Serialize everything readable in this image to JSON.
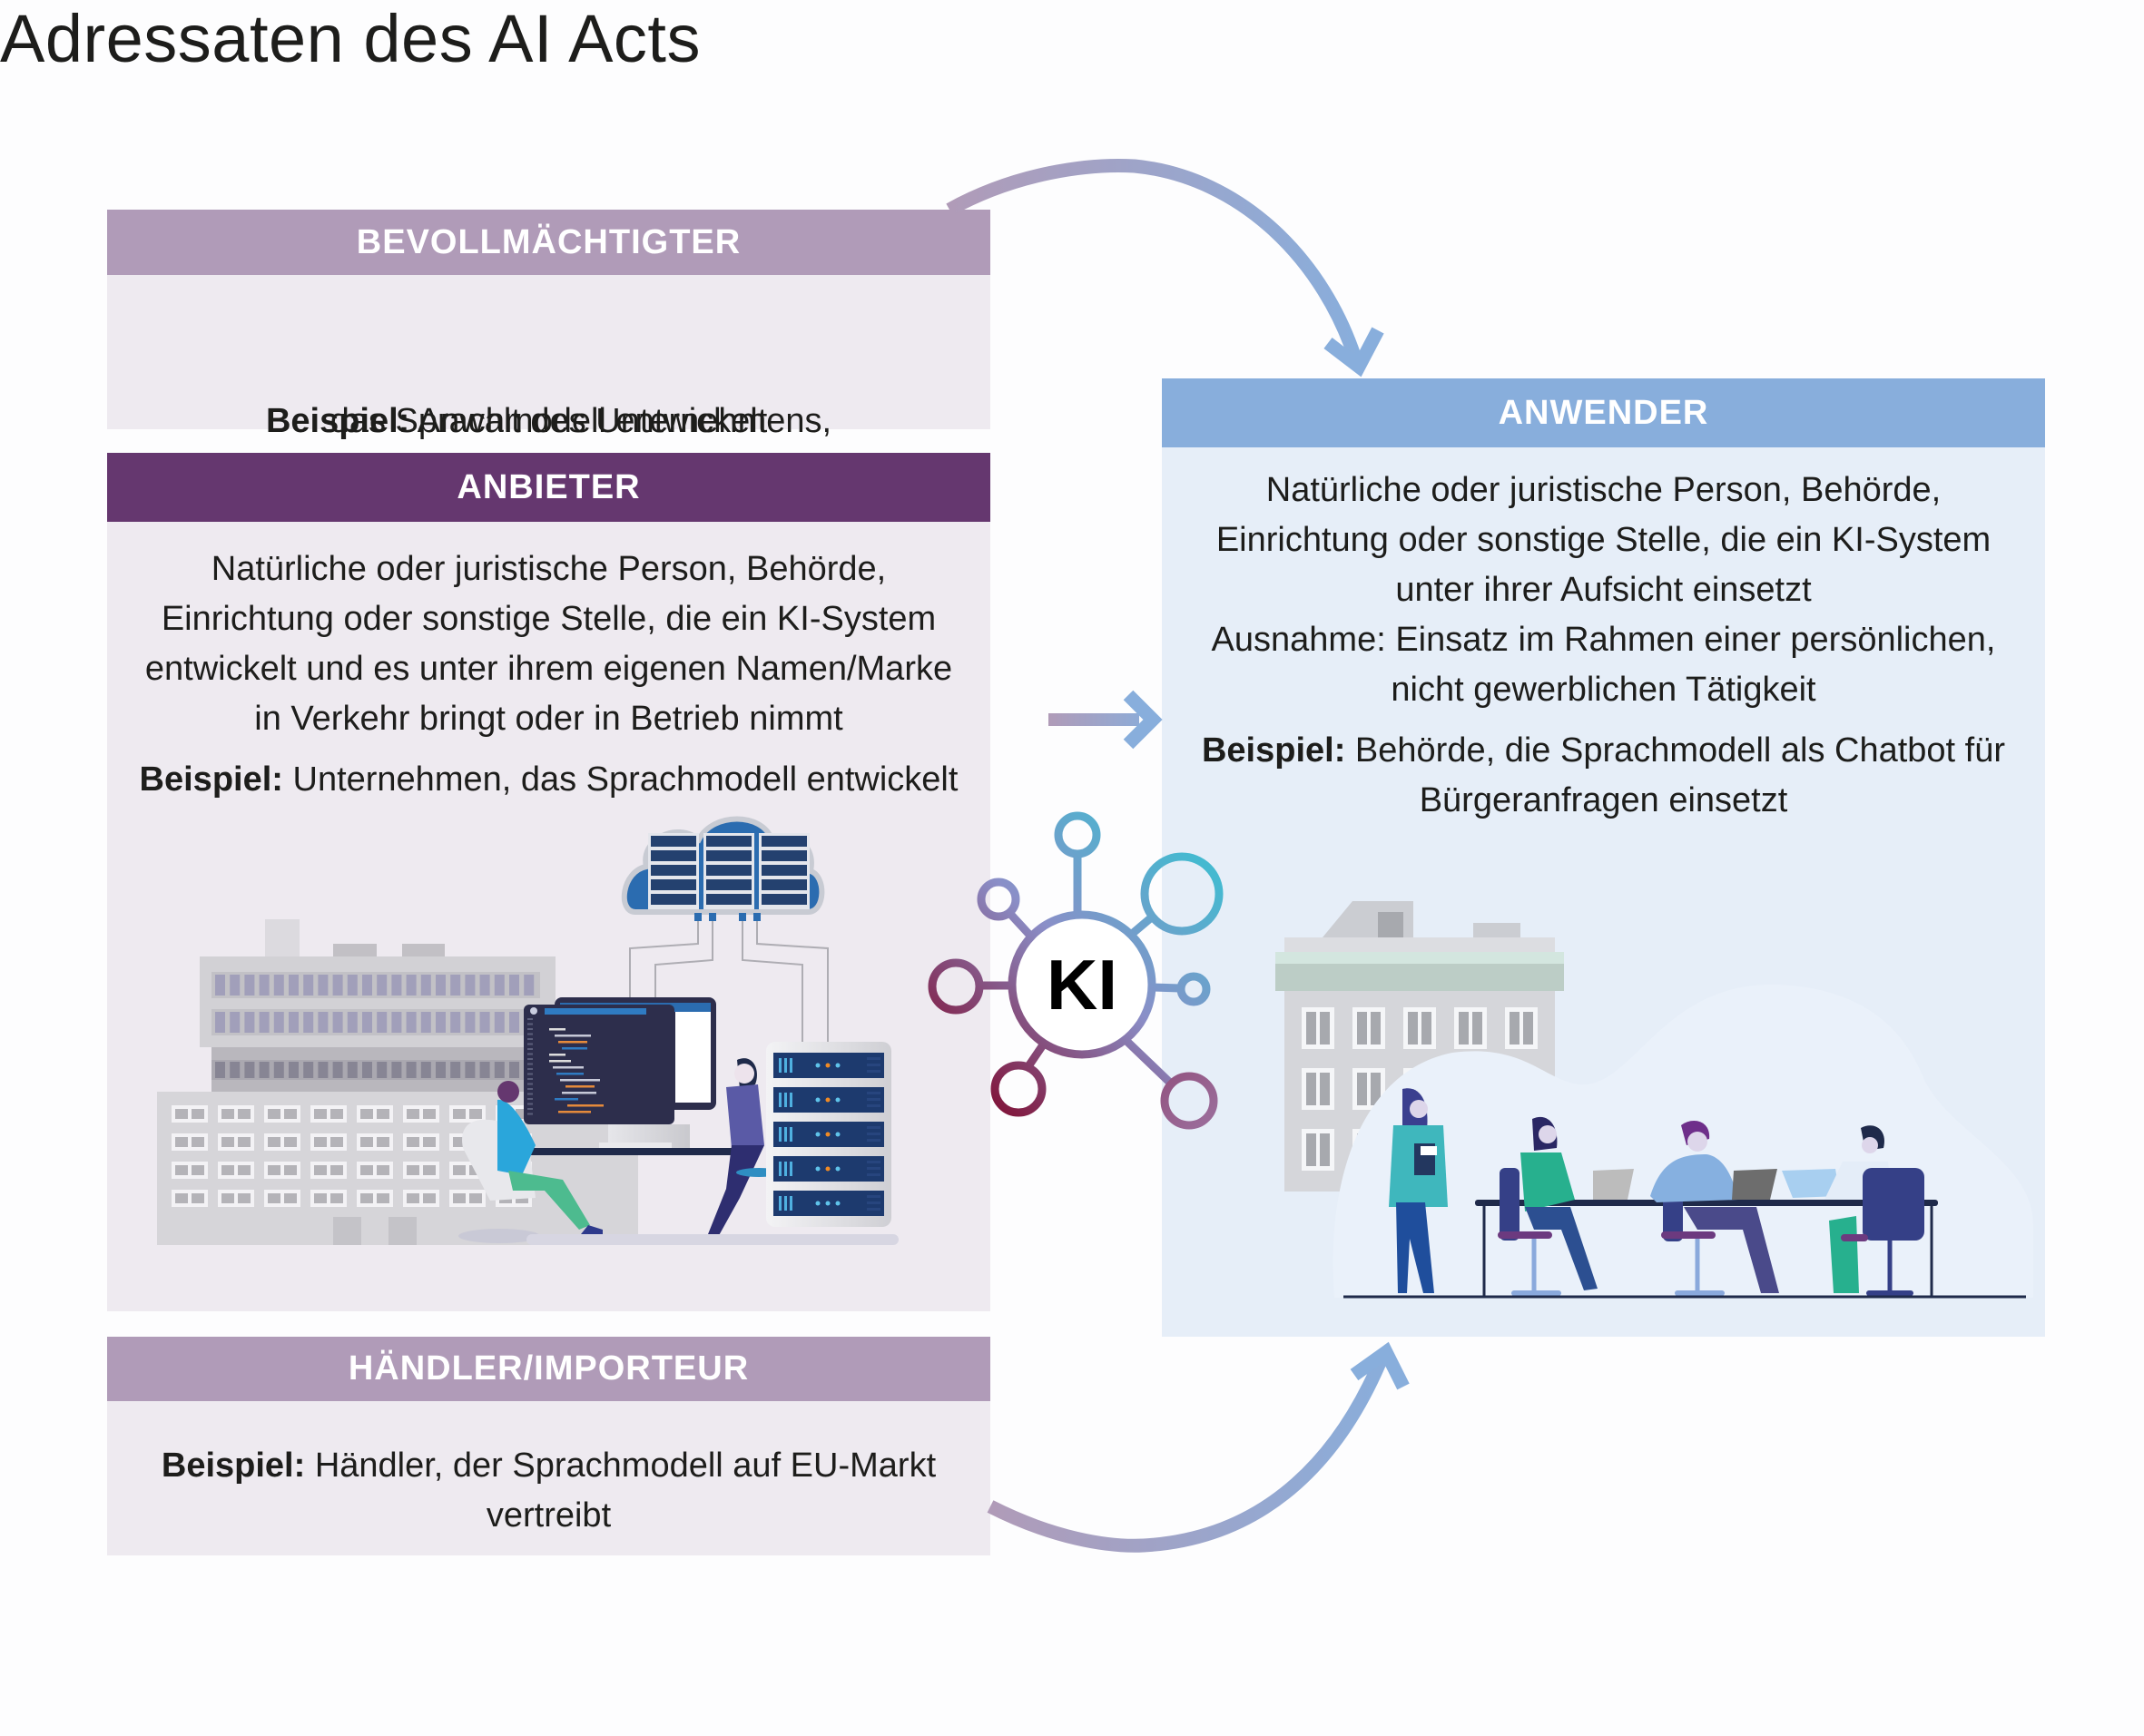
{
  "title": "Adressaten des AI Acts",
  "colors": {
    "header_light_purple": "#b09bb8",
    "header_dark_purple": "#65376f",
    "header_blue": "#88aedc",
    "body_lilac": "#eeeaf0",
    "body_blue": "#e6eef8",
    "arrow_start": "#b09bb8",
    "arrow_end": "#88aedc",
    "ki_gradient": [
      "#800a2e",
      "#8a8fc8",
      "#45b9d0"
    ]
  },
  "panels": {
    "bevollmaechtigter": {
      "header": "BEVOLLMÄCHTIGTER",
      "example_label": "Beispiel:",
      "example_line1": " Anwalt des Unternehmens,",
      "example_line2": "das Sprachmodell entwickelt"
    },
    "anbieter": {
      "header": "ANBIETER",
      "definition_lines": [
        "Natürliche oder juristische Person, Behörde,",
        "Einrichtung oder sonstige Stelle, die ein KI-System",
        "entwickelt und es unter ihrem eigenen Namen/Marke",
        "in Verkehr bringt oder in Betrieb nimmt"
      ],
      "example_label": "Beispiel:",
      "example_text": " Unternehmen, das Sprachmodell entwickelt",
      "illustration": "developers-with-servers-and-office-building"
    },
    "haendler": {
      "header": "HÄNDLER/IMPORTEUR",
      "example_label": "Beispiel:",
      "example_line1": " Händler, der Sprachmodell auf EU-Markt",
      "example_line2": "vertreibt"
    },
    "anwender": {
      "header": "ANWENDER",
      "definition_lines": [
        "Natürliche oder juristische Person, Behörde,",
        "Einrichtung oder sonstige Stelle, die ein KI-System",
        "unter ihrer Aufsicht einsetzt",
        "Ausnahme: Einsatz im Rahmen einer persönlichen,",
        "nicht gewerblichen Tätigkeit"
      ],
      "example_label": "Beispiel:",
      "example_line1": " Behörde, die Sprachmodell als Chatbot für",
      "example_line2": "Bürgeranfragen einsetzt",
      "illustration": "team-meeting-at-table-with-laptops"
    }
  },
  "hub": {
    "label": "KI",
    "icon": "network-nodes-icon"
  },
  "arrows": [
    {
      "from": "bevollmaechtigter",
      "to": "anwender",
      "shape": "curved"
    },
    {
      "from": "anbieter",
      "to": "anwender",
      "shape": "straight"
    },
    {
      "from": "haendler",
      "to": "anwender",
      "shape": "curved"
    }
  ]
}
